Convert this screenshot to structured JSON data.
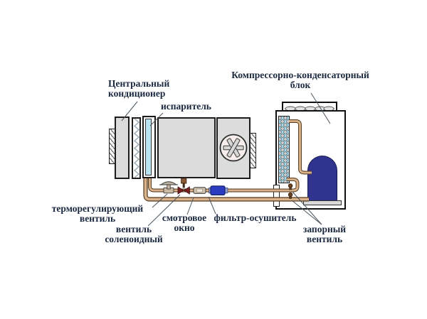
{
  "diagram_title": "Central air conditioner with remote condensing unit (refrigeration schematic)",
  "labels": {
    "central_ac": "Центральный\nкондиционер",
    "evaporator": "испаритель",
    "condensing_unit": "Компрессорно-конденсаторный\nблок",
    "txv": "терморегулирующий\nвентиль",
    "solenoid": "вентиль\nсоленоидный",
    "sight_glass": "смотровое\nокно",
    "filter_drier": "фильтр-осушитель",
    "shutoff": "запорный\nвентиль"
  },
  "colors": {
    "box-fill": "#dcdcdc",
    "box-border": "#1c1c1c",
    "coil-blue": "#a7d9ec",
    "evap-blue": "#b9e4f2",
    "compressor-blue": "#30348e",
    "pipe-fill": "#d9b38c",
    "pipe-outline": "#5e4326",
    "filter-drier-blue": "#2b3cc0",
    "solenoid-red": "#7a2020",
    "valve-brown": "#6b4223",
    "sight-tan": "#cfc2ad",
    "fan-pink": "#f7eded",
    "text": "#1b2940",
    "pointer": "#4a5560"
  }
}
